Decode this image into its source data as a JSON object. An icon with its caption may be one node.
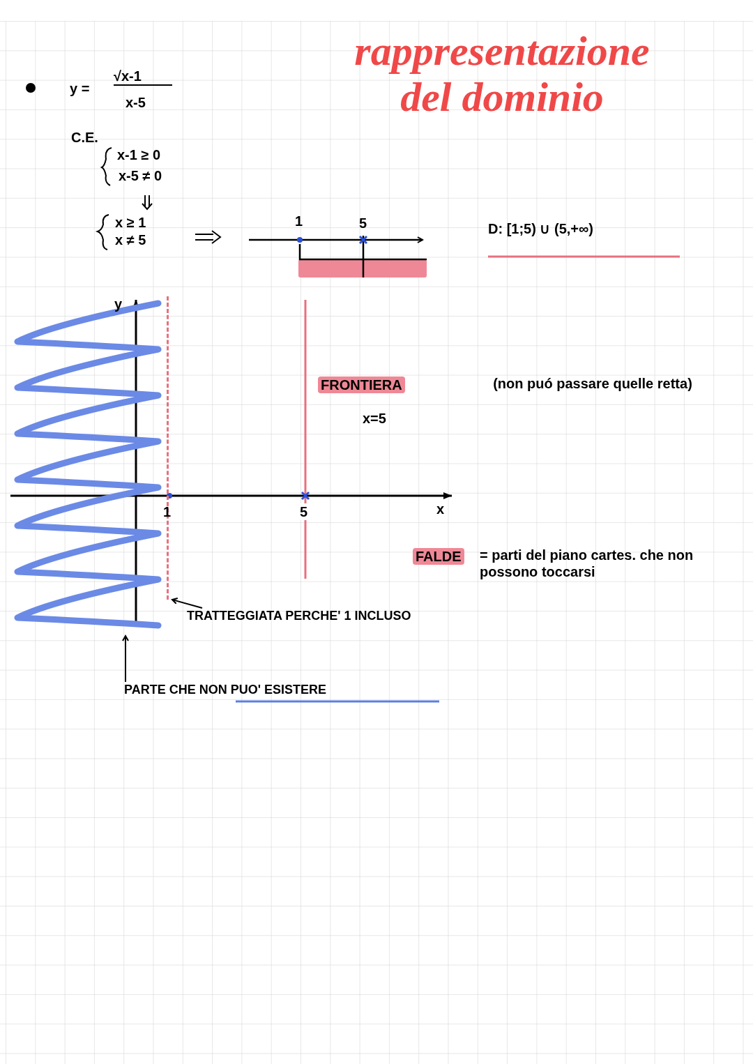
{
  "diagram": {
    "title": "rappresentazione del dominio",
    "nodes": [
      {
        "text": [
          "TRATTEGGIATA PERCHE' 1 INCLUSO"
        ]
      },
      {
        "text": [],
        "shape": "line"
      },
      {
        "text": [
          "PARTE CHE NON PUO' ESISTERE"
        ]
      },
      {
        "text": [],
        "shape": "area"
      }
    ],
    "edges": [
      {
        "from": 0,
        "to": 1,
        "arrow": "to"
      },
      {
        "from": 2,
        "to": 3,
        "arrow": "to"
      }
    ],
    "labels": [
      "y =",
      "√x-1",
      "x-5",
      "C.E.",
      "x-1 ≥ 0",
      "x-5 ≠ 0",
      "x ≥ 1",
      "x ≠ 5",
      "1",
      "5",
      "D: [1;5) ∪ (5,+∞)",
      "y",
      "1",
      "5",
      "x",
      "FRONTIERA",
      "(non puó passare quelle retta)",
      "x=5",
      "FALDE",
      "= parti del piano cartes. che non possono toccarsi"
    ]
  }
}
